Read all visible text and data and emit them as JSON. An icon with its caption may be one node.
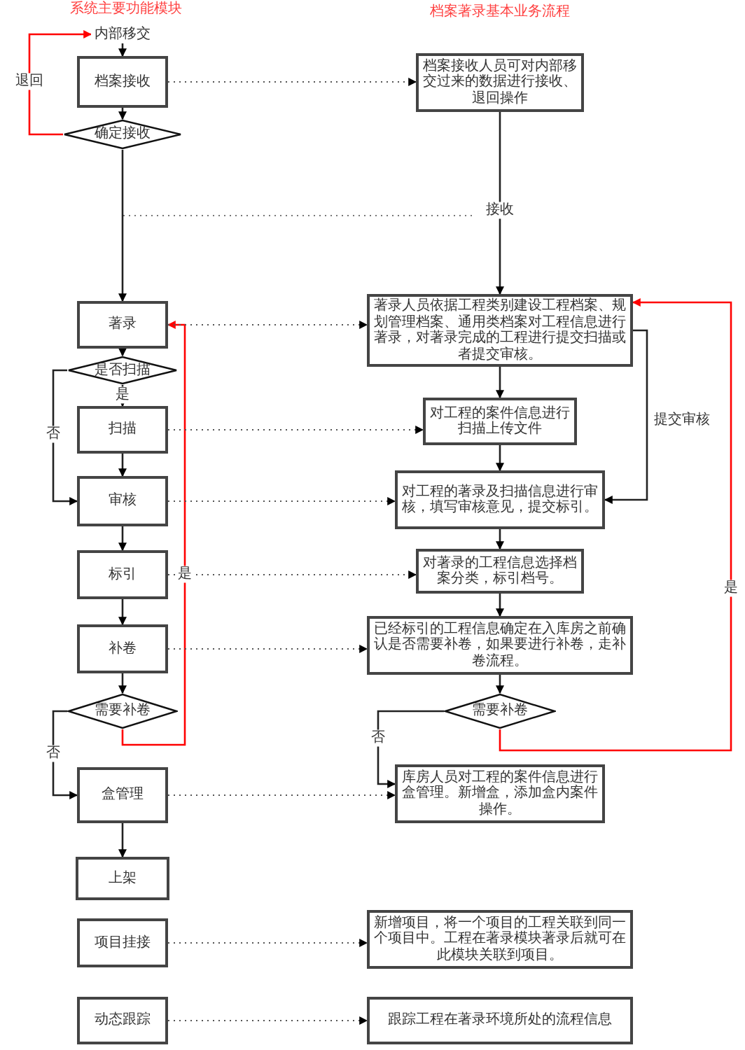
{
  "diagram": {
    "nodes": [
      {
        "text": [
          "内部移交"
        ]
      },
      {
        "text": [
          "档案接收"
        ]
      },
      {
        "text": [
          "确定接收"
        ]
      },
      {
        "text": [
          "著录"
        ]
      },
      {
        "text": [
          "是否扫描"
        ]
      },
      {
        "text": [
          "扫描"
        ]
      },
      {
        "text": [
          "审核"
        ]
      },
      {
        "text": [
          "标引"
        ]
      },
      {
        "text": [
          "补卷"
        ]
      },
      {
        "text": [
          "需要补卷"
        ]
      },
      {
        "text": [
          "盒管理"
        ]
      },
      {
        "text": [
          "上架"
        ]
      },
      {
        "text": [
          "项目挂接"
        ]
      },
      {
        "text": [
          "动态跟踪"
        ]
      },
      {
        "text": [
          "档案接收人员可对内部移交过来的数据进行接收、退回操作"
        ]
      },
      {
        "text": [
          "著录人员依据工程类别建设工程档案、规划管理档案、通用类档案对工程信息进行著录，对著录完成的工程进行提交扫描或者提交审核。"
        ]
      },
      {
        "text": [
          "对工程的案件信息进行扫描上传文件"
        ]
      },
      {
        "text": [
          "对工程的著录及扫描信息进行审核，填写审核意见，提交标引。"
        ]
      },
      {
        "text": [
          "对著录的工程信息选择档案分类，标引档号。"
        ]
      },
      {
        "text": [
          "已经标引的工程信息确定在入库房之前确认是否需要补卷，如果要进行补卷，走补卷流程。"
        ]
      },
      {
        "text": [
          "需要补卷"
        ]
      },
      {
        "text": [
          "库房人员对工程的案件信息进行盒管理。新增盒，添加盒内案件操作。"
        ]
      },
      {
        "text": [
          "新增项目，将一个项目的工程关联到同一个项目中。工程在著录模块著录后就可在此模块关联到项目。"
        ]
      },
      {
        "text": [
          "跟踪工程在著录环境所处的流程信息"
        ]
      }
    ],
    "edges": [
      {
        "from": 0,
        "to": 1,
        "arrow": "to"
      },
      {
        "from": 1,
        "to": 2,
        "arrow": "to"
      },
      {
        "from": 2,
        "to": 0,
        "arrow": "to",
        "label": "退回",
        "color": "#ff0000"
      },
      {
        "from": 2,
        "to": 3,
        "arrow": "to"
      },
      {
        "from": 3,
        "to": 4,
        "arrow": "to"
      },
      {
        "from": 4,
        "to": 5,
        "arrow": "to",
        "label": "是"
      },
      {
        "from": 4,
        "to": 6,
        "arrow": "to",
        "label": "否"
      },
      {
        "from": 5,
        "to": 6,
        "arrow": "to"
      },
      {
        "from": 6,
        "to": 7,
        "arrow": "to"
      },
      {
        "from": 7,
        "to": 8,
        "arrow": "to"
      },
      {
        "from": 8,
        "to": 9,
        "arrow": "to"
      },
      {
        "from": 9,
        "to": 3,
        "arrow": "to",
        "label": "是",
        "color": "#ff0000"
      },
      {
        "from": 9,
        "to": 10,
        "arrow": "to",
        "label": "否"
      },
      {
        "from": 10,
        "to": 11,
        "arrow": "to"
      },
      {
        "from": 1,
        "to": 14,
        "arrow": "to",
        "style": "dashed"
      },
      {
        "from": 3,
        "to": 15,
        "arrow": "to",
        "style": "dashed"
      },
      {
        "from": 5,
        "to": 16,
        "arrow": "to",
        "style": "dashed"
      },
      {
        "from": 6,
        "to": 17,
        "arrow": "to",
        "style": "dashed"
      },
      {
        "from": 7,
        "to": 18,
        "arrow": "to",
        "style": "dashed"
      },
      {
        "from": 8,
        "to": 19,
        "arrow": "to",
        "style": "dashed"
      },
      {
        "from": 10,
        "to": 21,
        "arrow": "to",
        "style": "dashed"
      },
      {
        "from": 12,
        "to": 22,
        "arrow": "to",
        "style": "dashed"
      },
      {
        "from": 13,
        "to": 23,
        "arrow": "to",
        "style": "dashed"
      },
      {
        "from": 14,
        "to": 15,
        "arrow": "to",
        "label": "接收"
      },
      {
        "from": 15,
        "to": 16,
        "arrow": "to"
      },
      {
        "from": 15,
        "to": 17,
        "arrow": "to",
        "label": "提交审核"
      },
      {
        "from": 16,
        "to": 17,
        "arrow": "to"
      },
      {
        "from": 17,
        "to": 18,
        "arrow": "to"
      },
      {
        "from": 18,
        "to": 19,
        "arrow": "to"
      },
      {
        "from": 19,
        "to": 20,
        "arrow": "to"
      },
      {
        "from": 20,
        "to": 15,
        "arrow": "to",
        "label": "是",
        "color": "#ff0000"
      },
      {
        "from": 20,
        "to": 21,
        "arrow": "to",
        "label": "否"
      }
    ],
    "labels": [
      "系统主要功能模块",
      "档案著录基本业务流程"
    ]
  }
}
